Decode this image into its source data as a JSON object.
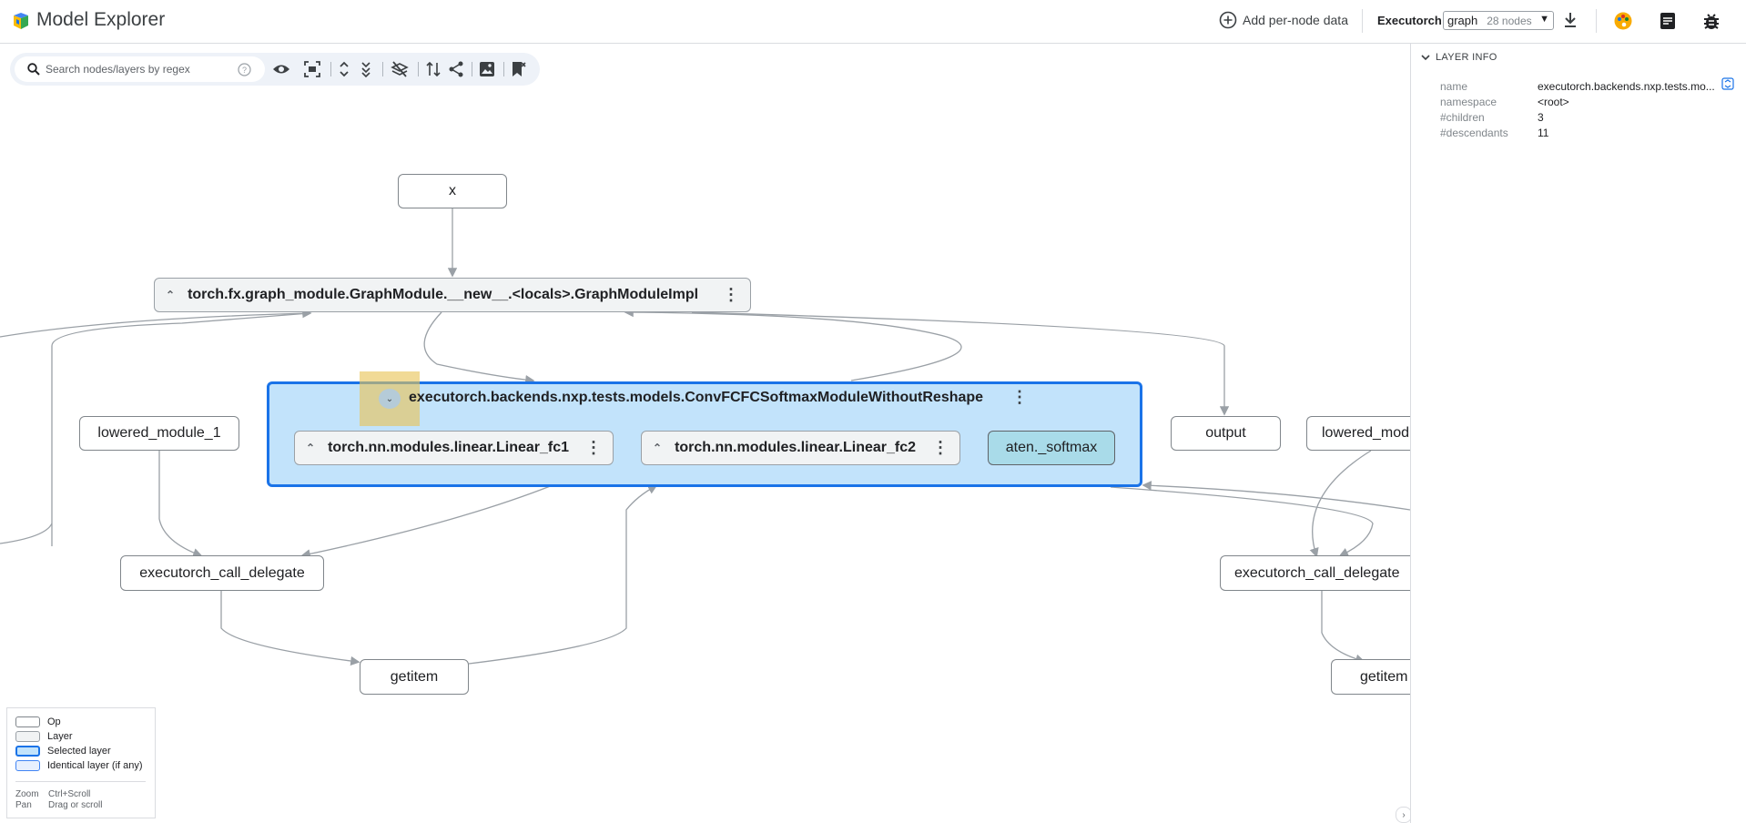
{
  "header": {
    "app_title": "Model Explorer",
    "add_data_label": "Add per-node data",
    "runtime_label": "Executorch",
    "graph_select": {
      "value": "graph",
      "node_count": "28 nodes"
    }
  },
  "toolbar": {
    "search_placeholder": "Search nodes/layers by regex"
  },
  "graph": {
    "nodes": {
      "x": "x",
      "output": "output",
      "lowered_module_1": "lowered_module_1",
      "lowered_module_right": "lowered_mod",
      "call_delegate_left": "executorch_call_delegate",
      "call_delegate_right": "executorch_call_delegate",
      "getitem_left": "getitem",
      "getitem_right": "getitem",
      "softmax": "aten._softmax"
    },
    "layers": {
      "graph_module": "torch.fx.graph_module.GraphModule.__new__.<locals>.GraphModuleImpl",
      "selected": "executorch.backends.nxp.tests.models.ConvFCFCSoftmaxModuleWithoutReshape",
      "linear_fc1": "torch.nn.modules.linear.Linear_fc1",
      "linear_fc2": "torch.nn.modules.linear.Linear_fc2"
    }
  },
  "legend": {
    "items": [
      "Op",
      "Layer",
      "Selected layer",
      "Identical layer (if any)"
    ],
    "zoom_key": "Zoom",
    "zoom_value": "Ctrl+Scroll",
    "pan_key": "Pan",
    "pan_value": "Drag or scroll"
  },
  "panel": {
    "section_title": "LAYER INFO",
    "rows": [
      {
        "key": "name",
        "value": "executorch.backends.nxp.tests.mo..."
      },
      {
        "key": "namespace",
        "value": "<root>"
      },
      {
        "key": "#children",
        "value": "3"
      },
      {
        "key": "#descendants",
        "value": "11"
      }
    ]
  },
  "colors": {
    "selected_border": "#1a73e8",
    "selected_fill": "#c2e3fb",
    "softmax_fill": "#a9dbe9",
    "highlight": "#e9c355"
  },
  "icons": [
    "logo-icon",
    "add-circle-icon",
    "download-icon",
    "palette-icon",
    "notes-icon",
    "bug-icon",
    "search-icon",
    "help-icon",
    "eye-icon",
    "fit-screen-icon",
    "expand-all-icon",
    "collapse-all-icon",
    "hide-layers-icon",
    "flip-direction-icon",
    "share-icon",
    "image-icon",
    "bookmark-icon",
    "chevron-down-icon",
    "chevron-right-icon"
  ]
}
